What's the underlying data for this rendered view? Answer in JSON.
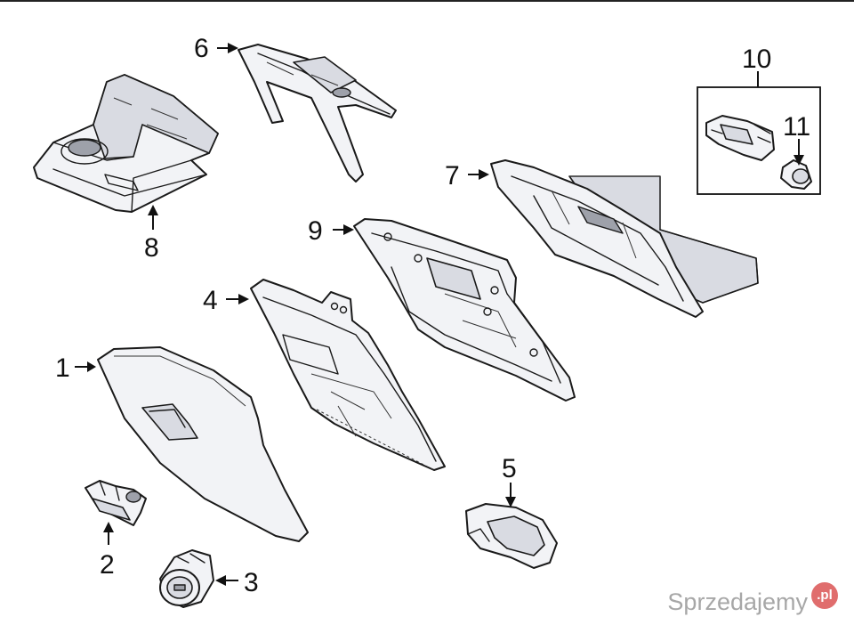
{
  "diagram": {
    "callouts": [
      {
        "id": "1",
        "label": "1"
      },
      {
        "id": "2",
        "label": "2"
      },
      {
        "id": "3",
        "label": "3"
      },
      {
        "id": "4",
        "label": "4"
      },
      {
        "id": "5",
        "label": "5"
      },
      {
        "id": "6",
        "label": "6"
      },
      {
        "id": "7",
        "label": "7"
      },
      {
        "id": "8",
        "label": "8"
      },
      {
        "id": "9",
        "label": "9"
      },
      {
        "id": "10",
        "label": "10"
      },
      {
        "id": "11",
        "label": "11"
      }
    ]
  },
  "watermark": {
    "text": "Sprzedajemy",
    "badge": ".pl"
  },
  "colors": {
    "line": "#1a1a1a",
    "part_fill": "#f2f3f6",
    "part_shade": "#d9dbe2",
    "watermark_badge": "#d63c3c"
  }
}
